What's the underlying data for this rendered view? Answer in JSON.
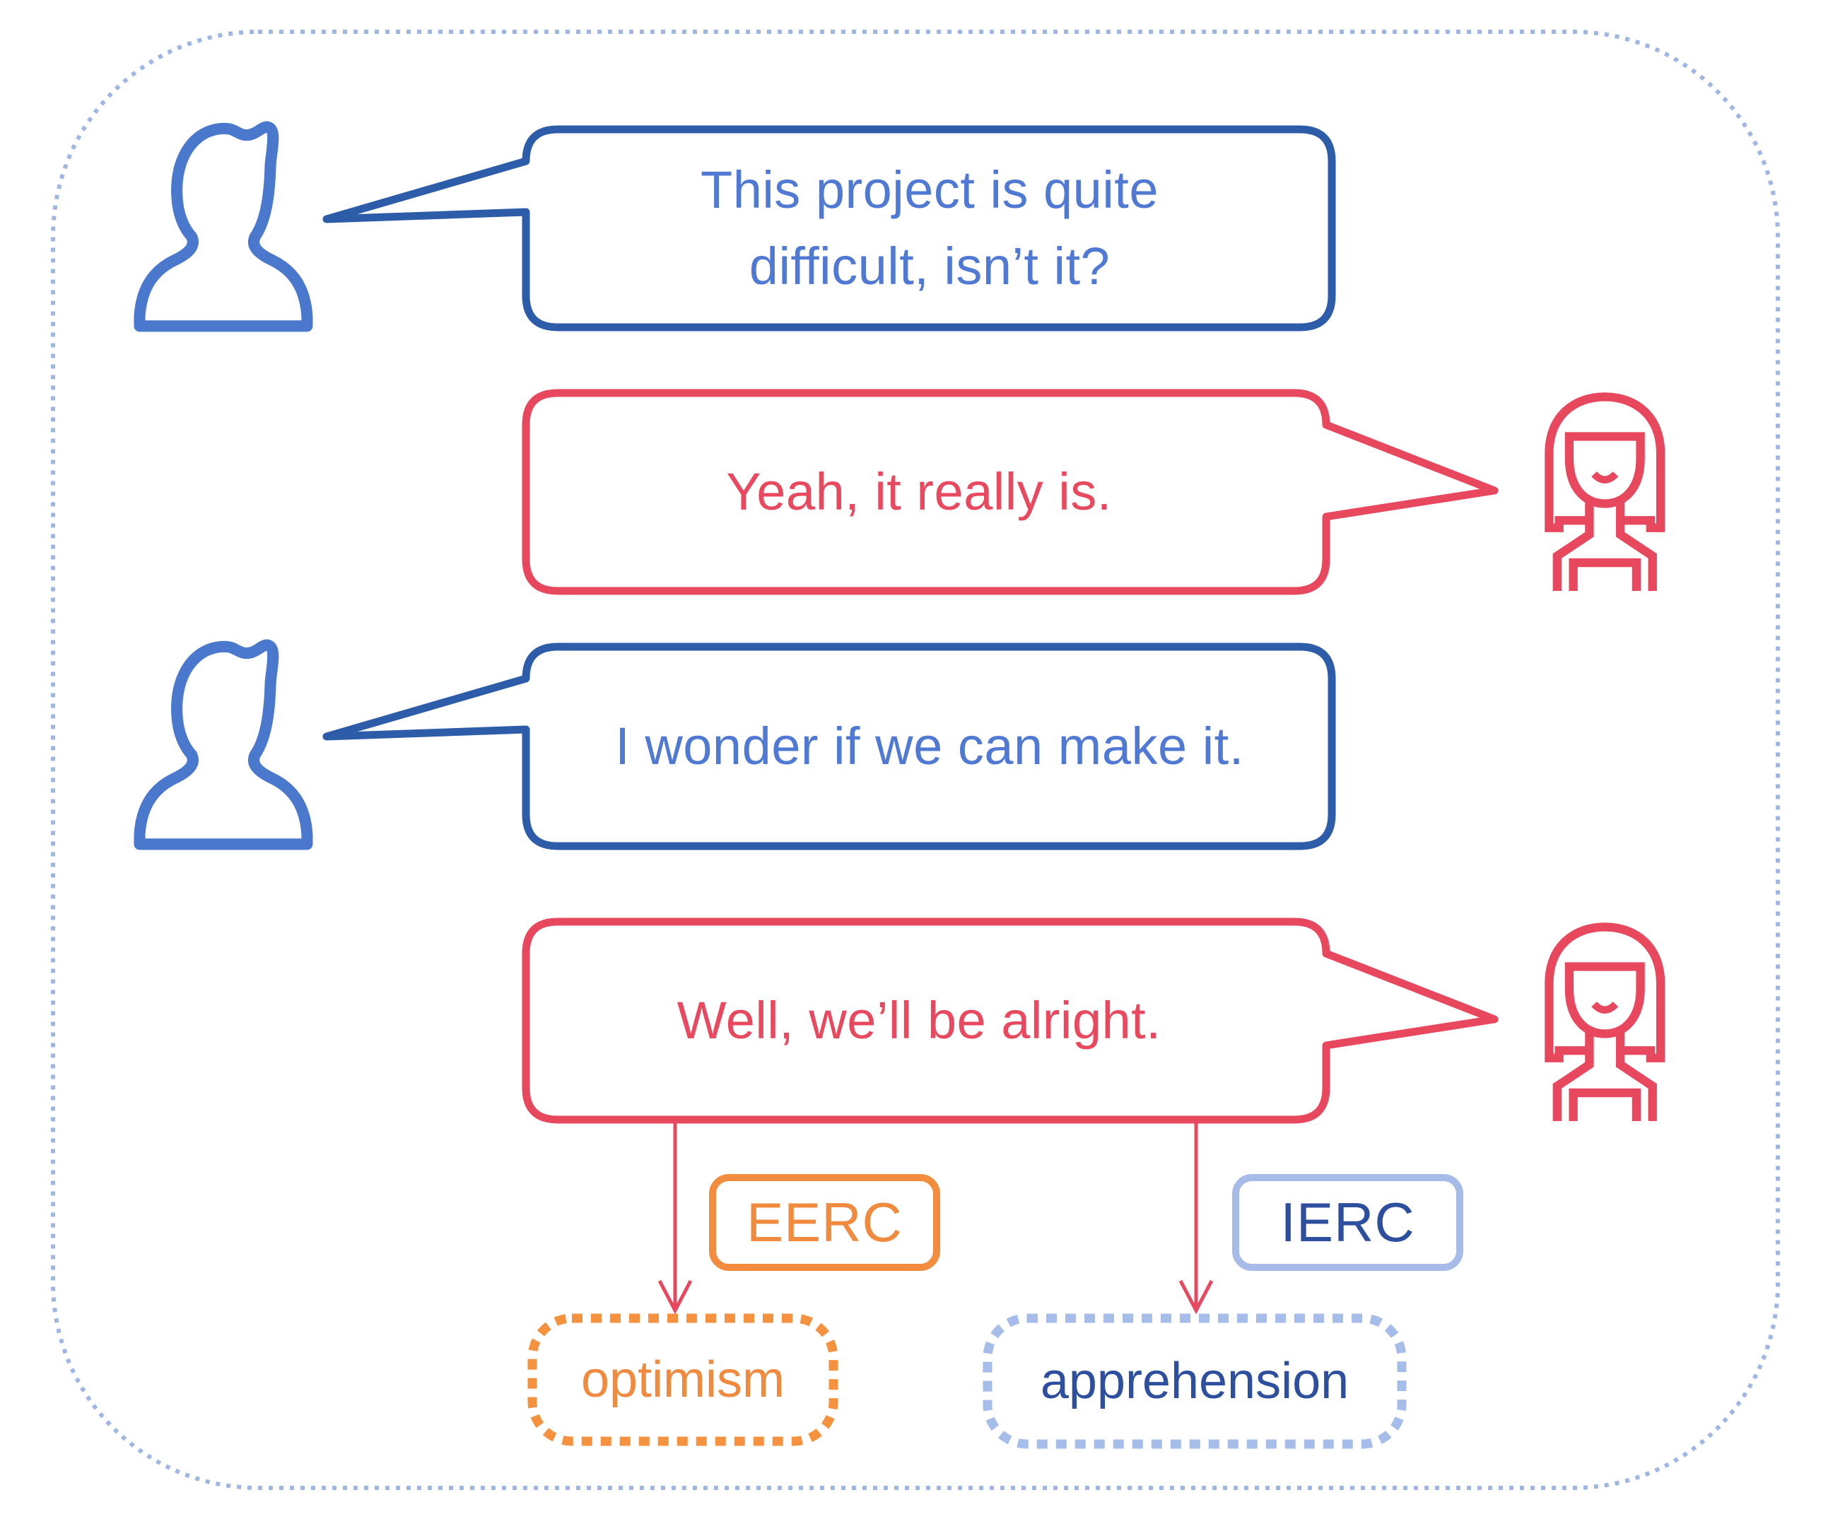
{
  "palette": {
    "male_bubble_border": "#2d5da8",
    "male_text": "#4f79d2",
    "male_icon": "#4a78cc",
    "female_red": "#e8485e",
    "arrow_red": "#e8485e",
    "eerc_orange": "#f28d40",
    "optimism_orange": "#ef8a3e",
    "optimism_dash": "#f5923f",
    "ierc_border_blue": "#a6bbe8",
    "navy_text": "#2d4f9e",
    "apprehension_dash": "#a6bce9",
    "frame_dotted_blue": "#9fb6e2"
  },
  "dialogue": {
    "turns": [
      {
        "speaker": "male",
        "lines": [
          "This project is quite",
          "difficult, isn’t it?"
        ]
      },
      {
        "speaker": "female",
        "lines": [
          "Yeah, it really is."
        ]
      },
      {
        "speaker": "male",
        "lines": [
          "I wonder if we can make it."
        ]
      },
      {
        "speaker": "female",
        "lines": [
          "Well, we’ll be alright."
        ]
      }
    ]
  },
  "annotations": {
    "eerc_label": "EERC",
    "ierc_label": "IERC",
    "eerc_emotion": "optimism",
    "ierc_emotion": "apprehension"
  }
}
